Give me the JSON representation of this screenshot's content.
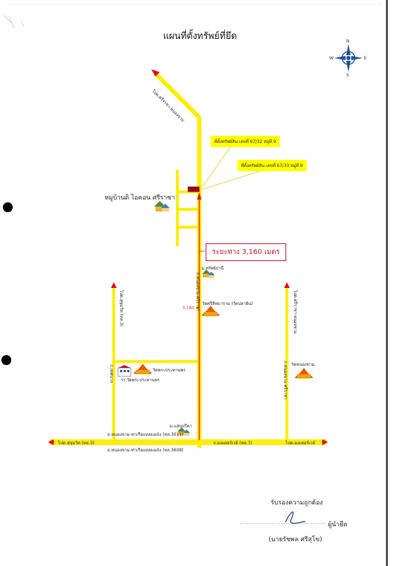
{
  "title": "แผนที่ตั้งทรัพย์ที่ยึด",
  "compass": {
    "n": "N",
    "s": "S",
    "e": "E",
    "w": "W"
  },
  "roads": {
    "to_sriracha_top": "ไปต.ศรีราชา-หนองขาม",
    "to_sukhumvit": "ไปต.สุขุมวิท (ทล.3)",
    "road_3011": "ถ.หนองขาม-ท่าเรือแหลมฉบัง (ทล.3011)",
    "road_3608": "ถ.หนองขาม-ท่าเรือแหลมฉบัง (ทล.3608)",
    "road_7": "ถ.มอเตอร์เวย์ (ทล.7)",
    "to_motorway": "ไปต.มอเตอร์เวย์",
    "left_vertical": "ไปต.สุขุมวิท (ทล.3)",
    "left_lower_vertical": "ถ.เทศบาล",
    "center_vertical": "ถ.หนองขาม-ศรีราชา",
    "right_vertical": "ไปต.ศรีราชา-หนองขาม",
    "right_lower_vertical": "ถ.หนองขาม-ศรีราชา"
  },
  "callouts": {
    "plot_1": "ที่ตั้งทรัพย์สิน เลขที่ 67/32 หมู่ที่ 9",
    "plot_2": "ที่ตั้งทรัพย์สิน เลขที่ 67/33 หมู่ที่ 9"
  },
  "distance": {
    "label": "ระยะทาง 3,160 เมตร",
    "small": "3,160 ม."
  },
  "places": {
    "village": "หมู่บ้านดิ ไอคอน ศรีราชา",
    "village_2": "ม.ทรัพย์ธานี",
    "temple_1": "วัดศรีสิทธาราม (วัดปลายิน)",
    "temple_2": "วัดพระประทานพร",
    "school": "รร.วัดพระประทานพร",
    "village_3": "ม.แสนปรีดา",
    "temple_3": "วัดหนองขาม"
  },
  "certification": {
    "text": "รับรองความถูกต้อง",
    "role": "ผู้นำยึด",
    "name": "(นายรัชพล ศรีสุโข)"
  },
  "colors": {
    "road": "#ffee00",
    "arrow": "#e8001c",
    "accent": "#c8102e",
    "property": "#b00000"
  }
}
